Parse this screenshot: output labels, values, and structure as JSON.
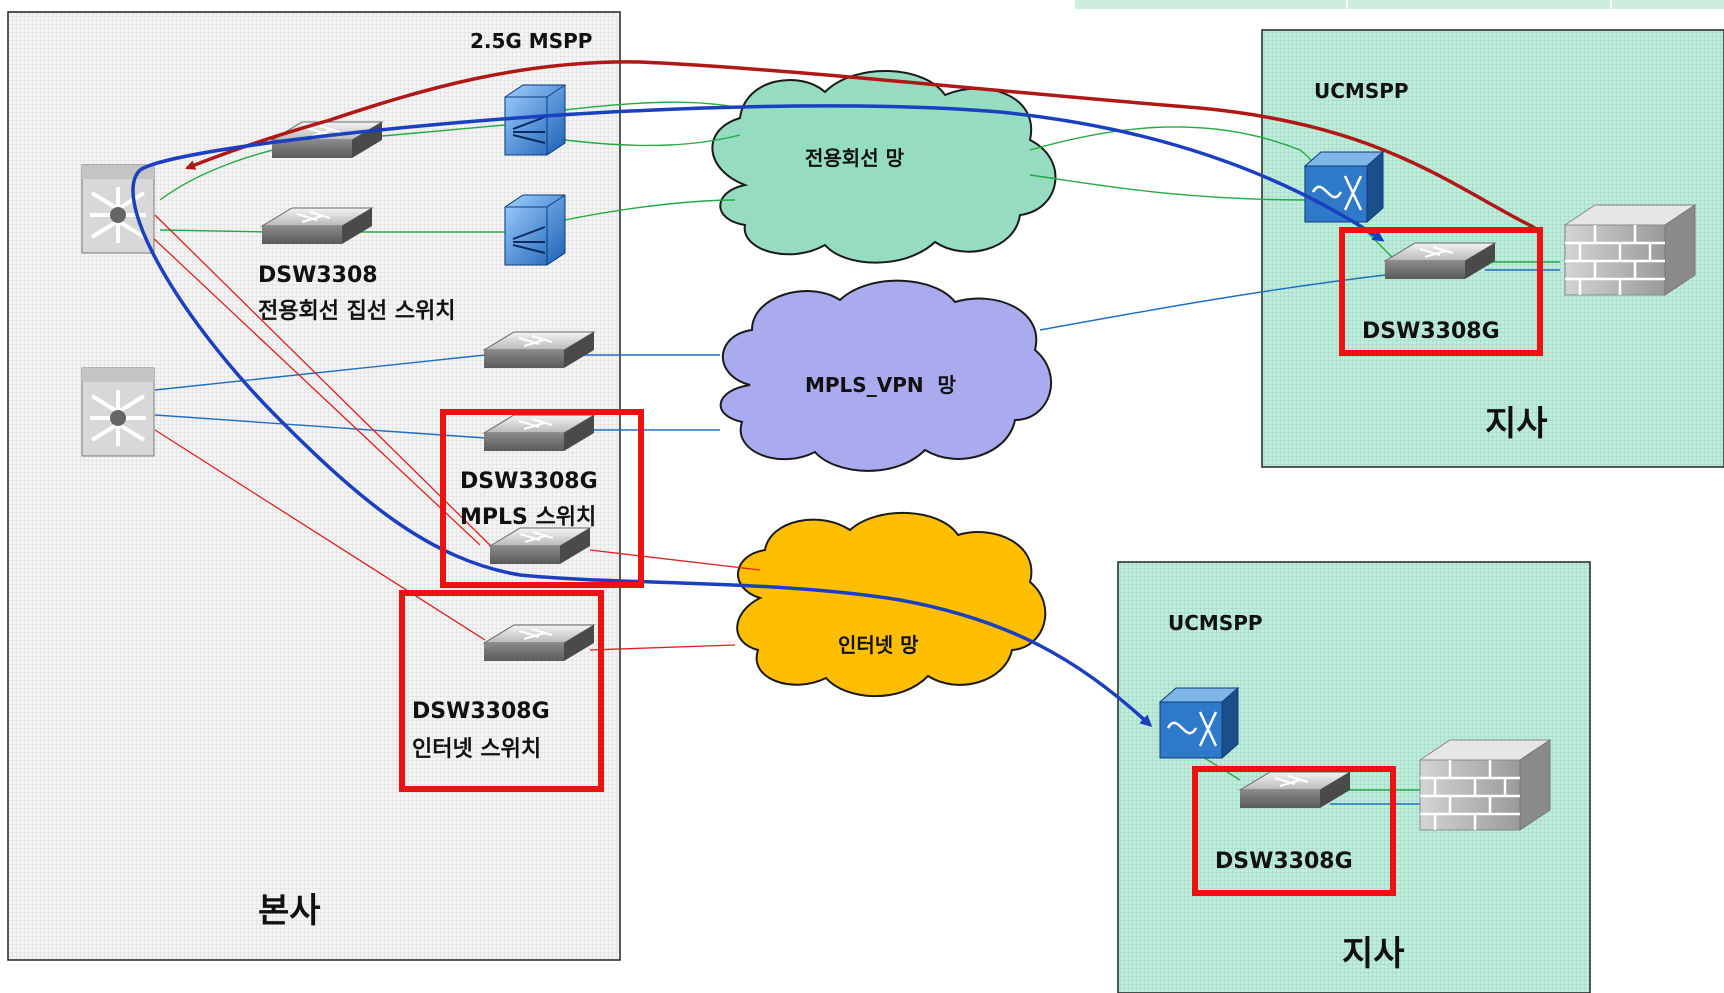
{
  "hq": {
    "label": "본사",
    "mspp_label": "2.5G MSPP",
    "dedicated_switch": {
      "model": "DSW3308",
      "role": "전용회선 집선 스위치"
    },
    "mpls_switch": {
      "model": "DSW3308G",
      "role": "MPLS 스위치"
    },
    "internet_switch": {
      "model": "DSW3308G",
      "role": "인터넷 스위치"
    }
  },
  "clouds": {
    "dedicated": "전용회선 망",
    "mpls": "MPLS_VPN  망",
    "internet": "인터넷 망"
  },
  "branch1": {
    "label": "지사",
    "mspp": "UCMSPP",
    "switch": "DSW3308G"
  },
  "branch2": {
    "label": "지사",
    "mspp": "UCMSPP",
    "switch": "DSW3308G"
  },
  "colors": {
    "dedicated_link": "#22aa44",
    "mpls_link": "#1f6fc0",
    "internet_link": "#e02020",
    "path_red": "#b01818",
    "path_blue": "#1a3fbf",
    "highlight": "#ee1111",
    "cloud_dedicated": "#96dcc0",
    "cloud_mpls": "#aaaaee",
    "cloud_internet": "#ffbf00",
    "branch_fill": "#b8e8d8"
  },
  "icons": {
    "core_router": "core-router-icon",
    "mspp": "mspp-icon",
    "switch": "switch-icon",
    "firewall": "firewall-icon",
    "ucmspp": "ucmspp-icon"
  }
}
